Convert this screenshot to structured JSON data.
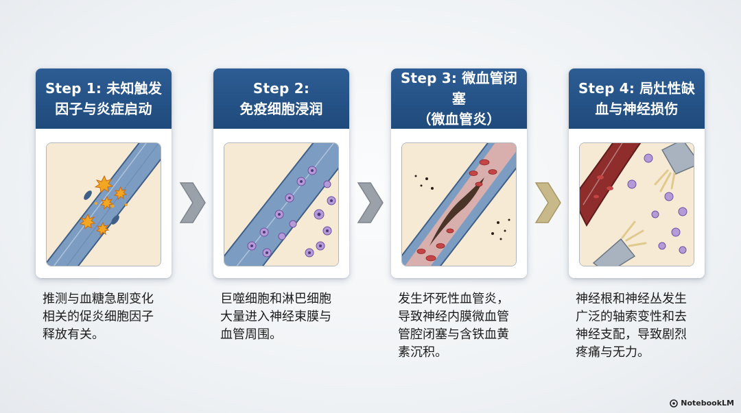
{
  "steps": [
    {
      "title_line1": "Step 1:  未知触发",
      "title_line2": "因子与炎症启动",
      "description": [
        "推测与血糖急剧变化",
        "相关的促炎细胞因子",
        "释放有关。"
      ]
    },
    {
      "title_line1": "Step 2:",
      "title_line2": "免疫细胞浸润",
      "description": [
        "巨噬细胞和淋巴细胞",
        "大量进入神经束膜与",
        "血管周围。"
      ]
    },
    {
      "title_line1": "Step 3:  微血管闭塞",
      "title_line2": "（微血管炎）",
      "description": [
        "发生坏死性血管炎，",
        "导致神经内膜微血管",
        "管腔闭塞与含铁血黄",
        "素沉积。"
      ]
    },
    {
      "title_line1": "Step 4:  局灶性缺",
      "title_line2": "血与神经损伤",
      "description": [
        "神经根和神经丛发生",
        "广泛的轴索变性和去",
        "神经支配，导致剧烈",
        "疼痛与无力。"
      ]
    }
  ],
  "icons": [
    "chevron-right-icon",
    "chevron-right-icon",
    "chevron-right-icon",
    "notebooklm-logo-icon"
  ],
  "brand": {
    "label": "NotebookLM"
  },
  "colors": {
    "header_blue": "#1f4a7c",
    "vessel_blue": "#7d9cc2",
    "tissue_bg": "#f6ead4",
    "arrow_gray": "#9aa1a8",
    "arrow_gold": "#c8b98a",
    "blood_red": "#b83a3a",
    "immune_purple": "#8e6bbf"
  }
}
